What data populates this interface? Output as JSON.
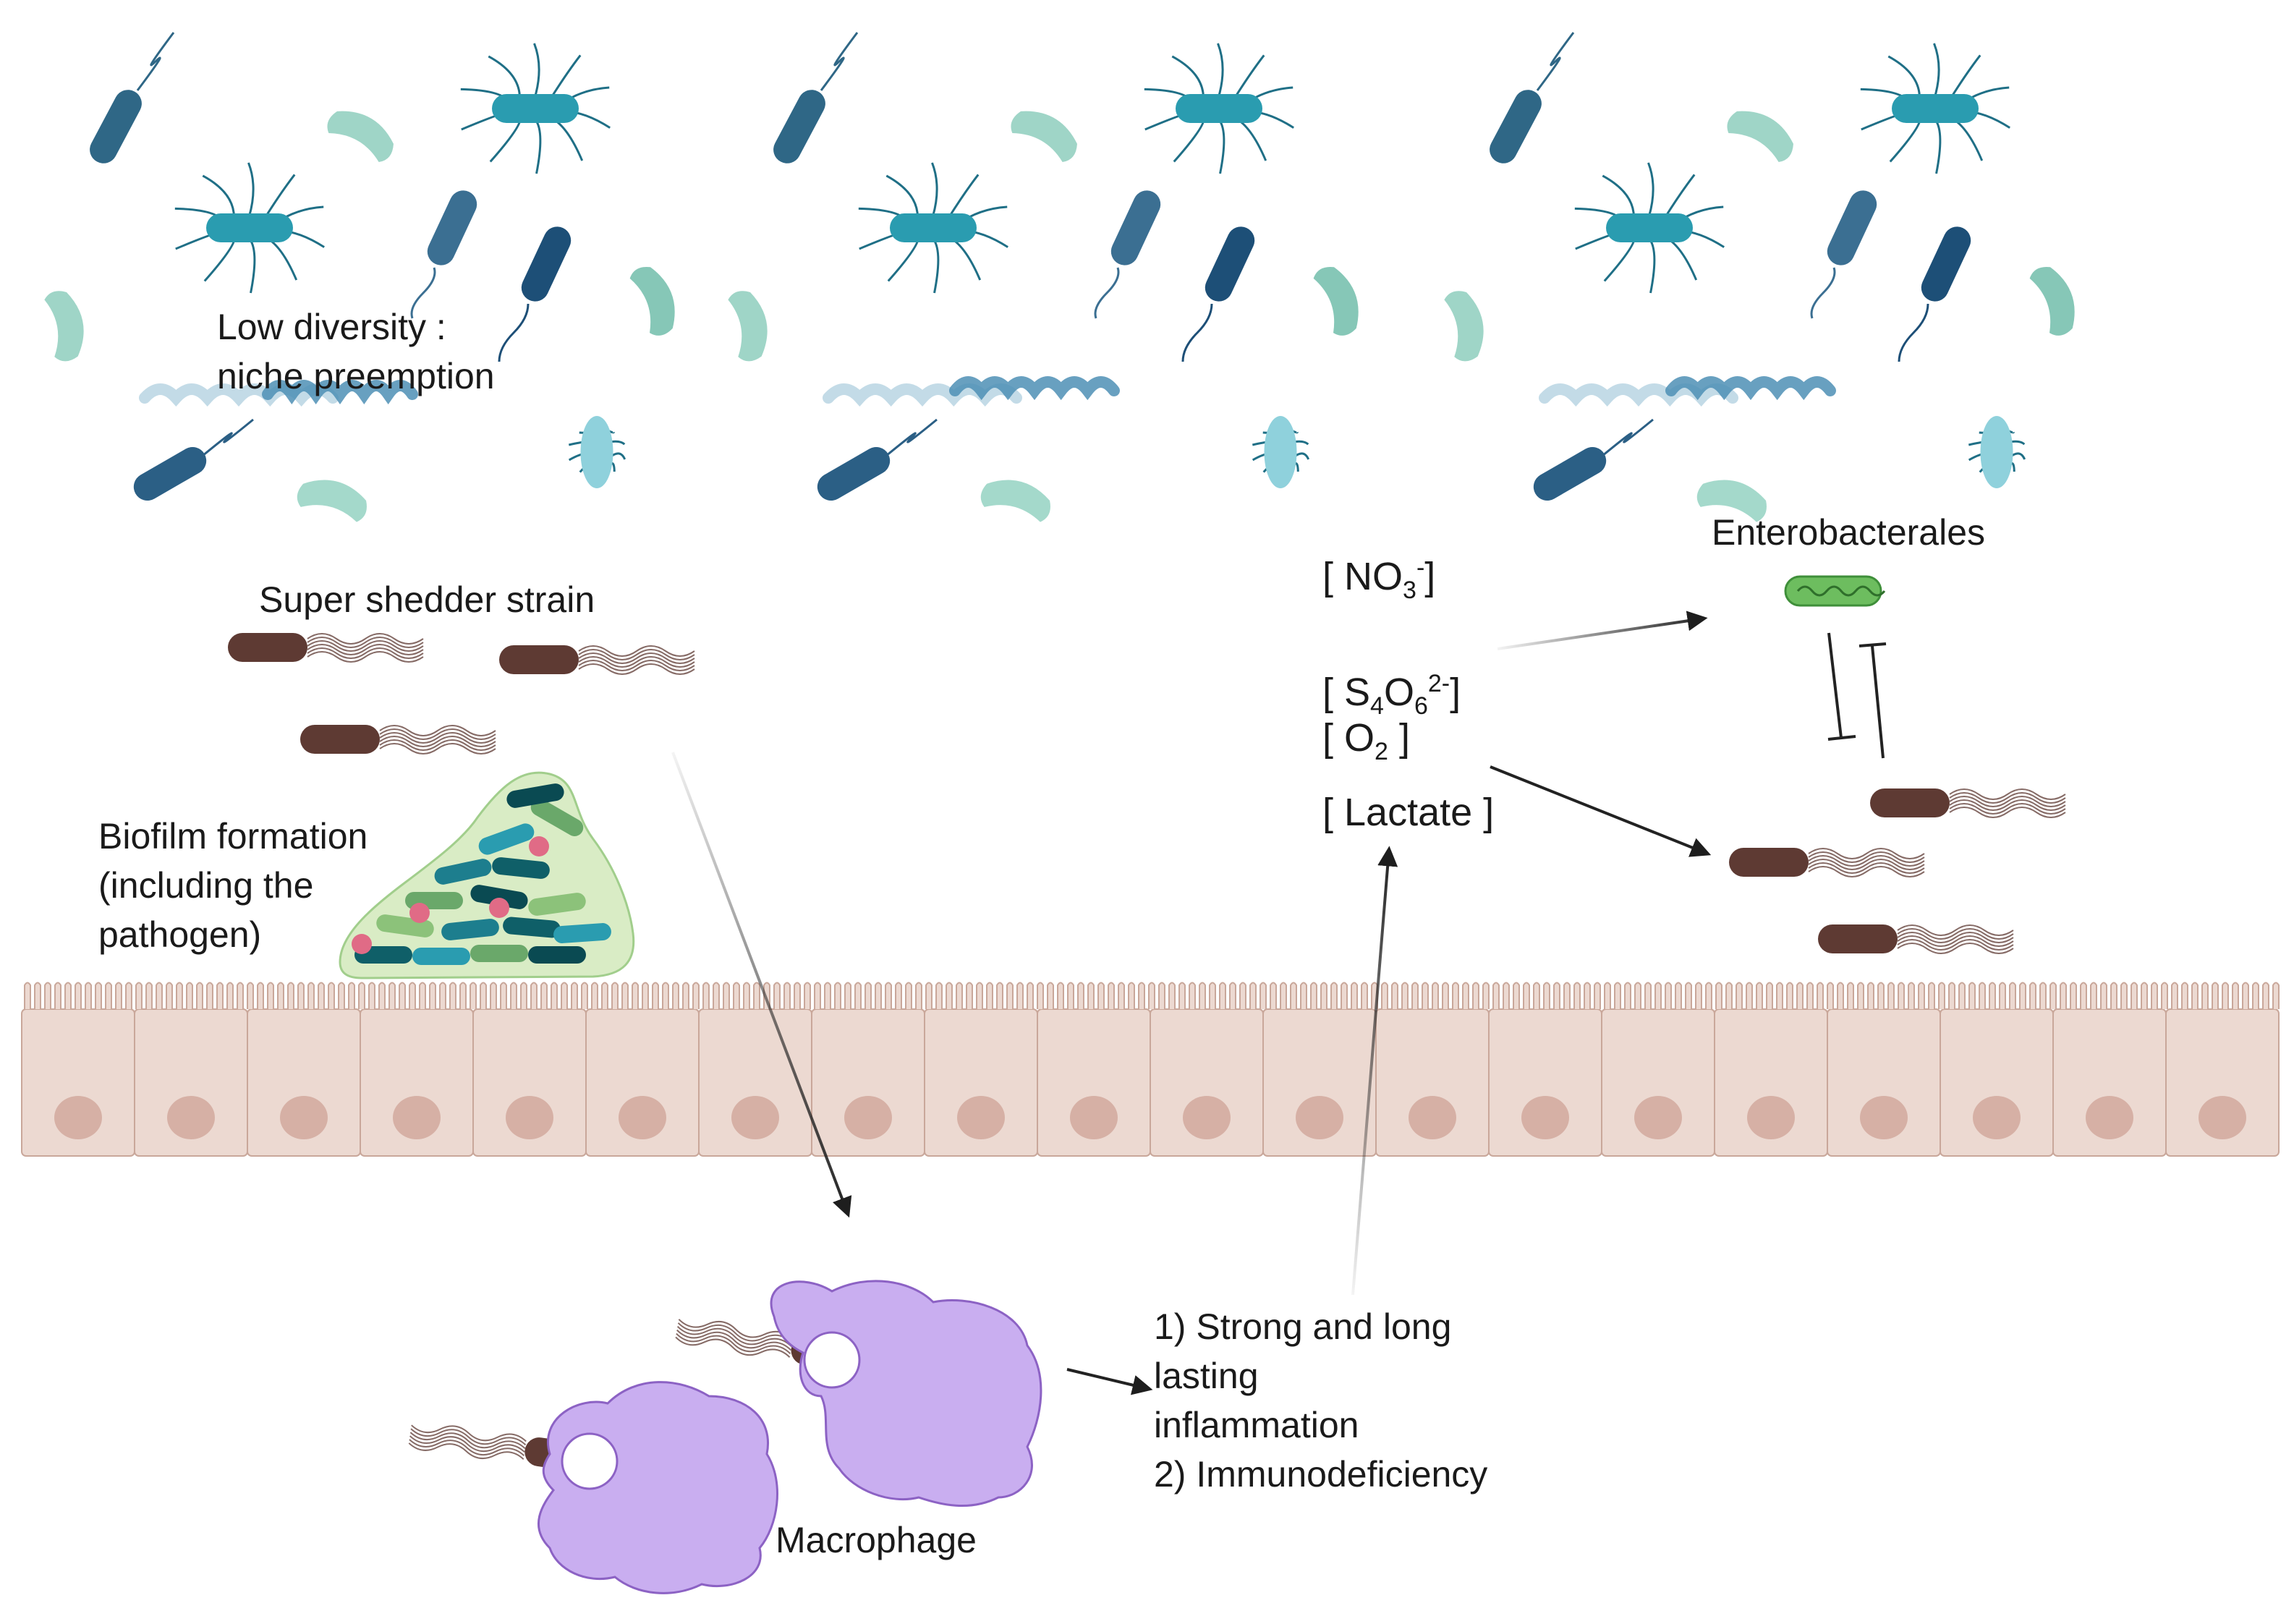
{
  "labels": {
    "low_diversity_1": "Low diversity :",
    "low_diversity_2": "niche preemption",
    "super_shedder": "Super shedder strain",
    "biofilm_1": "Biofilm formation",
    "biofilm_2": "(including the",
    "biofilm_3": "pathogen)",
    "enterobacterales": "Enterobacterales",
    "macrophage": "Macrophage",
    "outcome_1": "1) Strong and long",
    "outcome_2": "lasting",
    "outcome_3": "inflammation",
    "outcome_4": "2) Immunodeficiency"
  },
  "concentrations": {
    "nitrate": {
      "open": "[ NO",
      "sub": "3",
      "sup": "-",
      "close": "]"
    },
    "tetrathionate": {
      "open": "[ S",
      "sub1": "4",
      "mid": "O",
      "sub2": "6",
      "sup": "2-",
      "close": "]"
    },
    "oxygen": {
      "open": "[ O",
      "sub": "2",
      "close": " ]"
    },
    "lactate": "[ Lactate ]"
  },
  "colors": {
    "epithelium": "#ecd9d1",
    "epithelium_border": "#c9a79a",
    "nucleus": "#d6b0a5",
    "macrophage": "#c9aef0",
    "pathogen": "#5e3a33",
    "enterobacterales": "#6dbd5f"
  }
}
